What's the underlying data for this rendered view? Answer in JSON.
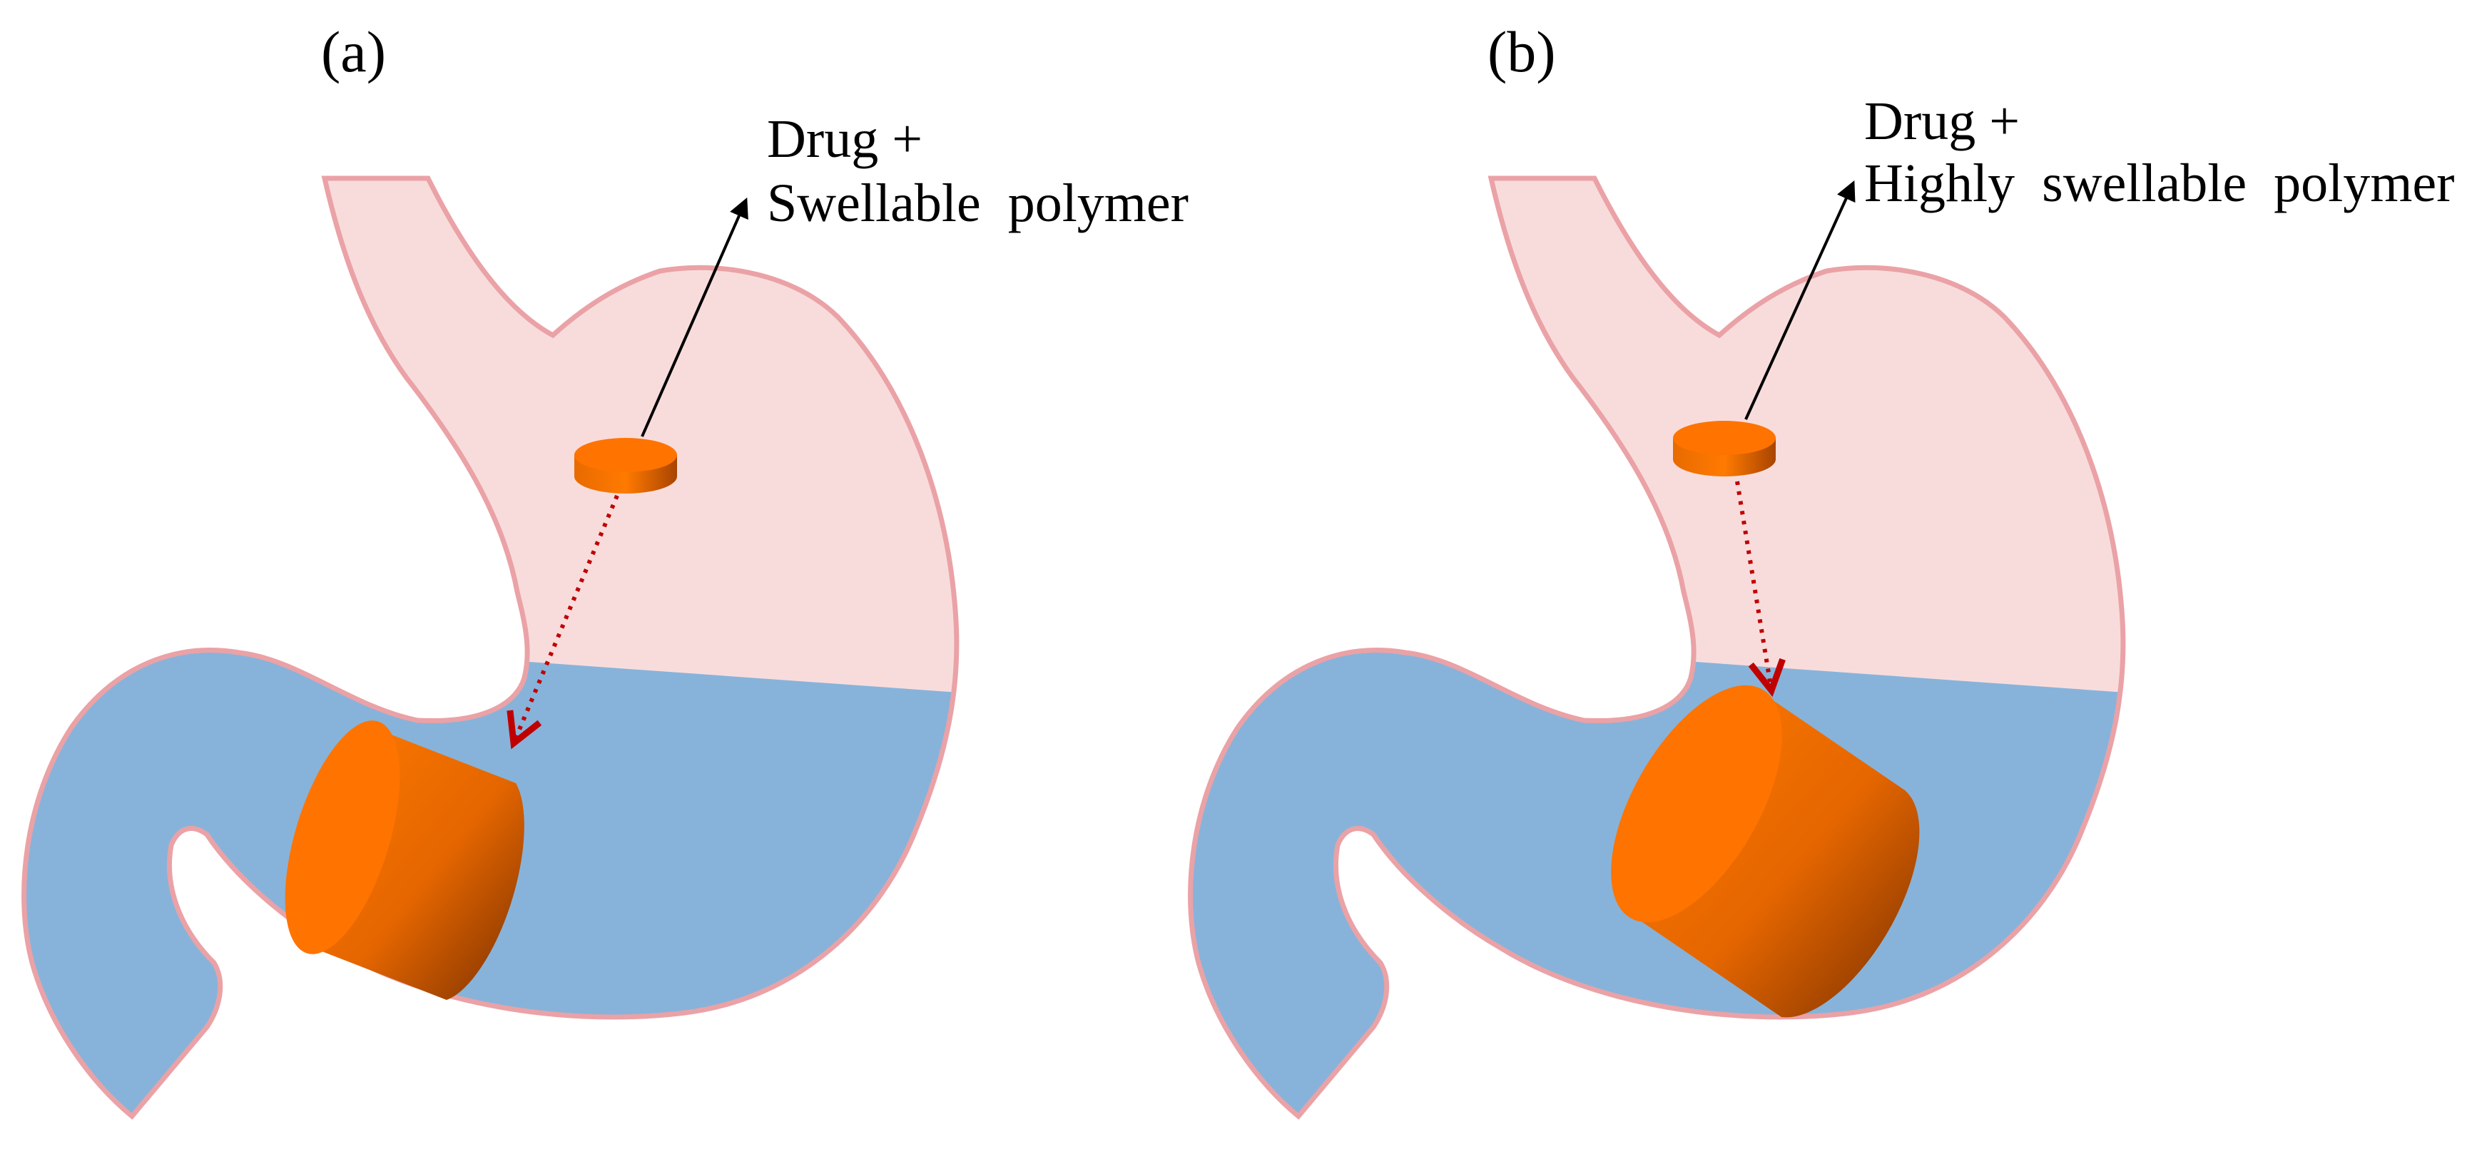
{
  "colors": {
    "stomach_upper_fill": "#f8dcdc",
    "stomach_outline": "#eaa2a6",
    "gastric_fluid": "#87b3da",
    "tablet_orange": "#ff7300",
    "tablet_dark": "#9c3f00",
    "arrow_red": "#c00000",
    "callout_arrow": "#000000"
  },
  "panels": [
    {
      "label": "(a)",
      "callout_line1": "Drug +",
      "callout_line2": "Swellable  polymer",
      "swelling": "moderate"
    },
    {
      "label": "(b)",
      "callout_line1": "Drug +",
      "callout_line2": "Highly  swellable  polymer",
      "swelling": "high"
    }
  ]
}
